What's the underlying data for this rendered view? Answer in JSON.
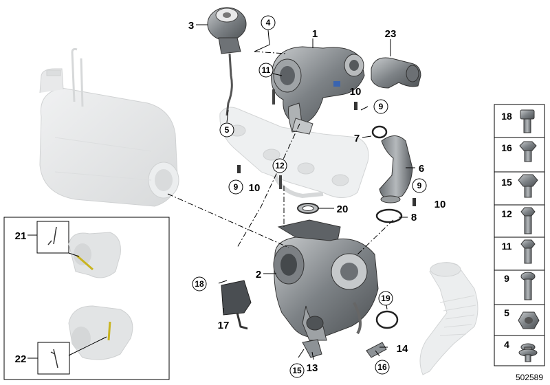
{
  "diagram": {
    "document_number": "502589",
    "callouts": [
      "1",
      "2",
      "3",
      "4",
      "5",
      "6",
      "7",
      "8",
      "9",
      "10",
      "11",
      "12",
      "13",
      "14",
      "15",
      "16",
      "17",
      "18",
      "19",
      "20",
      "21",
      "22",
      "23"
    ],
    "circled_callouts": [
      "4",
      "5",
      "9",
      "11",
      "12",
      "15",
      "16",
      "18",
      "19",
      "9"
    ],
    "side_panel": [
      {
        "number": "18",
        "icon": "torx-socket-bolt-icon"
      },
      {
        "number": "16",
        "icon": "hex-flange-bolt-icon"
      },
      {
        "number": "15",
        "icon": "hex-flange-bolt-icon"
      },
      {
        "number": "12",
        "icon": "hex-flange-bolt-icon"
      },
      {
        "number": "11",
        "icon": "hex-bolt-icon"
      },
      {
        "number": "9",
        "icon": "torx-bolt-icon"
      },
      {
        "number": "5",
        "icon": "hex-nut-icon"
      },
      {
        "number": "4",
        "icon": "collar-bolt-icon"
      }
    ]
  },
  "colors": {
    "line": "#000000",
    "part_dark": "#555a5e",
    "part_mid": "#8d9296",
    "part_light": "#c9ccce",
    "ghost": "#e3e5e6"
  }
}
